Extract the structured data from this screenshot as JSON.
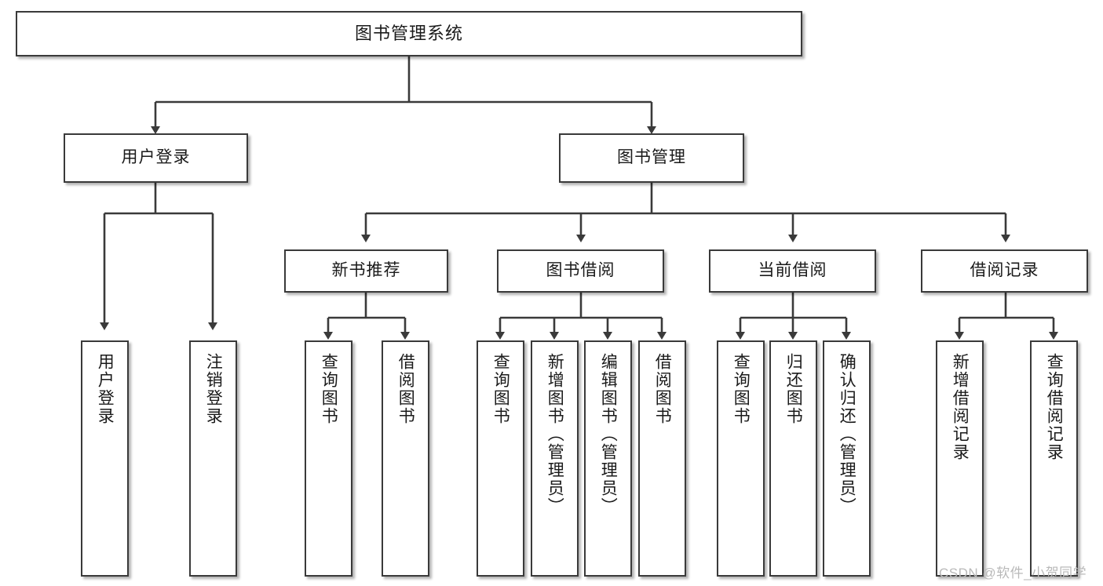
{
  "diagram": {
    "type": "tree-hierarchy",
    "title": "图书管理系统",
    "orientation": "top-down",
    "edge_style": "orthogonal-with-arrowheads",
    "colors": {
      "box_border": "#3a3a3a",
      "box_fill": "#ffffff",
      "edge": "#3a3a3a",
      "text": "#1a1a1a",
      "watermark": "#b9b9b9",
      "background": "#ffffff"
    }
  },
  "nodes": {
    "root": {
      "label": "图书管理系统",
      "level": 1
    },
    "level2": [
      {
        "id": "user-login",
        "label": "用户登录"
      },
      {
        "id": "book-management",
        "label": "图书管理"
      }
    ],
    "level3": [
      {
        "id": "new-book-recommend",
        "label": "新书推荐",
        "parent": "book-management"
      },
      {
        "id": "book-borrow",
        "label": "图书借阅",
        "parent": "book-management"
      },
      {
        "id": "current-borrow",
        "label": "当前借阅",
        "parent": "book-management"
      },
      {
        "id": "borrow-record",
        "label": "借阅记录",
        "parent": "book-management"
      }
    ],
    "leaves": [
      {
        "id": "leaf-user-login",
        "label": "用户登录",
        "parent": "user-login"
      },
      {
        "id": "leaf-logout-login",
        "label": "注销登录",
        "parent": "user-login"
      },
      {
        "id": "leaf-query-book-1",
        "label": "查询图书",
        "parent": "new-book-recommend"
      },
      {
        "id": "leaf-borrow-book-1",
        "label": "借阅图书",
        "parent": "new-book-recommend"
      },
      {
        "id": "leaf-query-book-2",
        "label": "查询图书",
        "parent": "book-borrow"
      },
      {
        "id": "leaf-add-book",
        "label": "新增图书（管理员）",
        "parent": "book-borrow"
      },
      {
        "id": "leaf-edit-book",
        "label": "编辑图书（管理员）",
        "parent": "book-borrow"
      },
      {
        "id": "leaf-borrow-book-2",
        "label": "借阅图书",
        "parent": "book-borrow"
      },
      {
        "id": "leaf-query-book-3",
        "label": "查询图书",
        "parent": "current-borrow"
      },
      {
        "id": "leaf-return-book",
        "label": "归还图书",
        "parent": "current-borrow"
      },
      {
        "id": "leaf-confirm-return",
        "label": "确认归还（管理员）",
        "parent": "current-borrow"
      },
      {
        "id": "leaf-add-record",
        "label": "新增借阅记录",
        "parent": "borrow-record"
      },
      {
        "id": "leaf-query-record",
        "label": "查询借阅记录",
        "parent": "borrow-record"
      }
    ]
  },
  "watermark": {
    "text": "CSDN @软件_小贺同学"
  }
}
